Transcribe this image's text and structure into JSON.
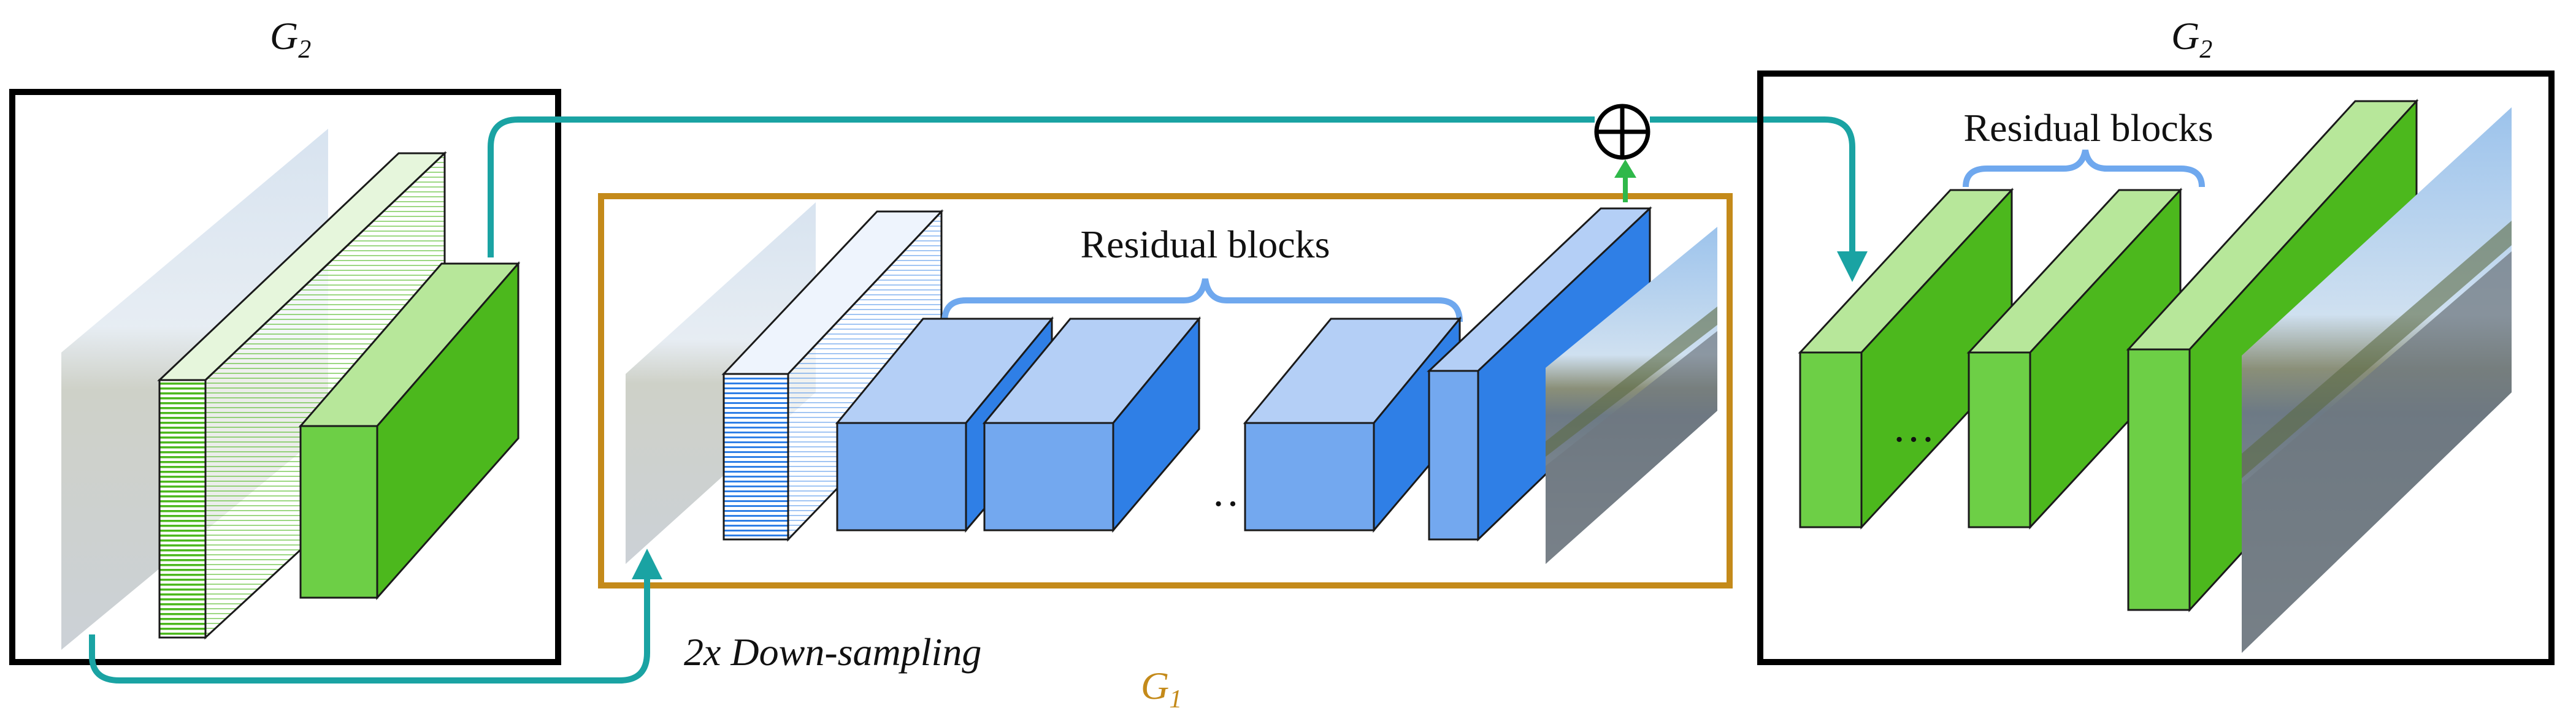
{
  "labels": {
    "g2_left_main": "G",
    "g2_left_sub": "2",
    "g2_right_main": "G",
    "g2_right_sub": "2",
    "g1_main": "G",
    "g1_sub": "1",
    "residual_blocks_center": "Residual blocks",
    "residual_blocks_right": "Residual blocks",
    "downsampling": "2x Down-sampling",
    "ellipsis_center": "…",
    "ellipsis_right": "…",
    "sum_symbol": "⊕"
  },
  "colors": {
    "g2_frame": "#000000",
    "g1_frame": "#c48a1a",
    "g1_label": "#c48a1a",
    "skip_arrow": "#1aa3a3",
    "green_front": "#6dcf46",
    "green_top": "#b7e79a",
    "green_side": "#4cb81d",
    "blue_front": "#73a8ef",
    "blue_top": "#b4cff6",
    "blue_side": "#2f7fe6",
    "brace_blue": "#6fa8ee",
    "up_arrow_green": "#2fb84a"
  },
  "icons": {
    "sum": "circled-plus-icon",
    "arrowheads": "arrowhead-icon"
  }
}
